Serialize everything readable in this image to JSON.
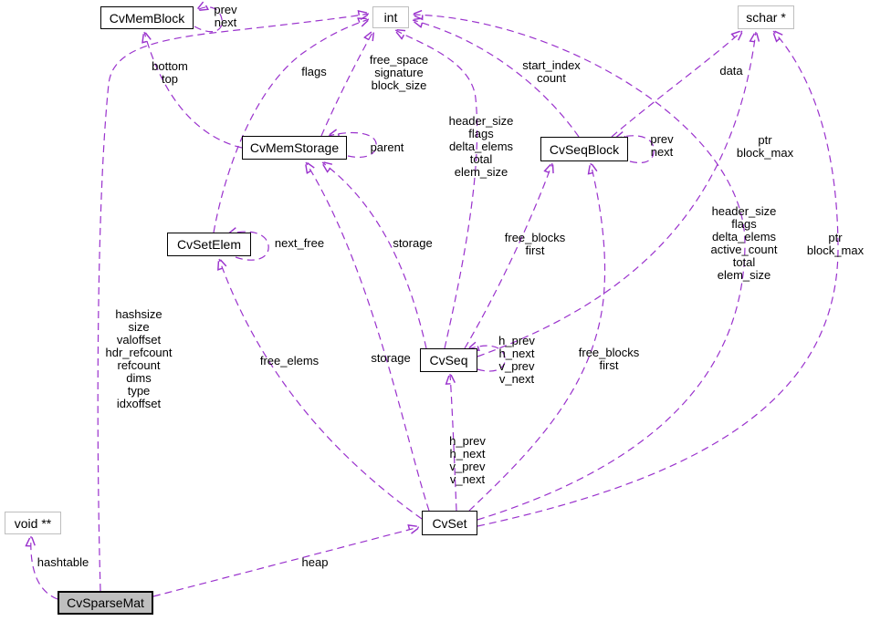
{
  "diagram": {
    "type": "collaboration-diagram",
    "edge_color": "#9a32cd",
    "nodes": [
      {
        "id": "CvMemBlock",
        "label": "CvMemBlock",
        "kind": "class"
      },
      {
        "id": "int",
        "label": "int",
        "kind": "primitive"
      },
      {
        "id": "schar_ptr",
        "label": "schar *",
        "kind": "primitive"
      },
      {
        "id": "CvMemStorage",
        "label": "CvMemStorage",
        "kind": "class"
      },
      {
        "id": "CvSeqBlock",
        "label": "CvSeqBlock",
        "kind": "class"
      },
      {
        "id": "CvSetElem",
        "label": "CvSetElem",
        "kind": "class"
      },
      {
        "id": "CvSeq",
        "label": "CvSeq",
        "kind": "class"
      },
      {
        "id": "CvSet",
        "label": "CvSet",
        "kind": "class"
      },
      {
        "id": "void_ptr_ptr",
        "label": "void **",
        "kind": "primitive"
      },
      {
        "id": "CvSparseMat",
        "label": "CvSparseMat",
        "kind": "current"
      }
    ],
    "edges": [
      {
        "from": "CvMemBlock",
        "to": "CvMemBlock",
        "label": "prev\nnext"
      },
      {
        "from": "CvMemStorage",
        "to": "CvMemBlock",
        "label": "bottom\ntop"
      },
      {
        "from": "CvMemStorage",
        "to": "int",
        "label": "free_space\nsignature\nblock_size"
      },
      {
        "from": "CvMemStorage",
        "to": "CvMemStorage",
        "label": "parent"
      },
      {
        "from": "CvSetElem",
        "to": "int",
        "label": "flags"
      },
      {
        "from": "CvSetElem",
        "to": "CvSetElem",
        "label": "next_free"
      },
      {
        "from": "CvSeqBlock",
        "to": "CvSeqBlock",
        "label": "prev\nnext"
      },
      {
        "from": "CvSeqBlock",
        "to": "int",
        "label": "start_index\ncount"
      },
      {
        "from": "CvSeqBlock",
        "to": "schar_ptr",
        "label": "data"
      },
      {
        "from": "CvSeq",
        "to": "int",
        "label": "header_size\nflags\ndelta_elems\ntotal\nelem_size"
      },
      {
        "from": "CvSeq",
        "to": "CvMemStorage",
        "label": "storage"
      },
      {
        "from": "CvSeq",
        "to": "schar_ptr",
        "label": "ptr\nblock_max"
      },
      {
        "from": "CvSeq",
        "to": "CvSeq",
        "label": "h_prev\nh_next\nv_prev\nv_next"
      },
      {
        "from": "CvSeq",
        "to": "CvSeqBlock",
        "label": "free_blocks\nfirst"
      },
      {
        "from": "CvSet",
        "to": "int",
        "label": "header_size\nflags\ndelta_elems\nactive_count\ntotal\nelem_size"
      },
      {
        "from": "CvSet",
        "to": "CvMemStorage",
        "label": "storage"
      },
      {
        "from": "CvSet",
        "to": "schar_ptr",
        "label": "ptr\nblock_max"
      },
      {
        "from": "CvSet",
        "to": "CvSeq",
        "label": "h_prev\nh_next\nv_prev\nv_next"
      },
      {
        "from": "CvSet",
        "to": "CvSeqBlock",
        "label": "free_blocks\nfirst"
      },
      {
        "from": "CvSet",
        "to": "CvSetElem",
        "label": "free_elems"
      },
      {
        "from": "CvSparseMat",
        "to": "int",
        "label": "hashsize\nsize\nvaloffset\nhdr_refcount\nrefcount\ndims\ntype\nidxoffset"
      },
      {
        "from": "CvSparseMat",
        "to": "void_ptr_ptr",
        "label": "hashtable"
      },
      {
        "from": "CvSparseMat",
        "to": "CvSet",
        "label": "heap"
      }
    ]
  }
}
